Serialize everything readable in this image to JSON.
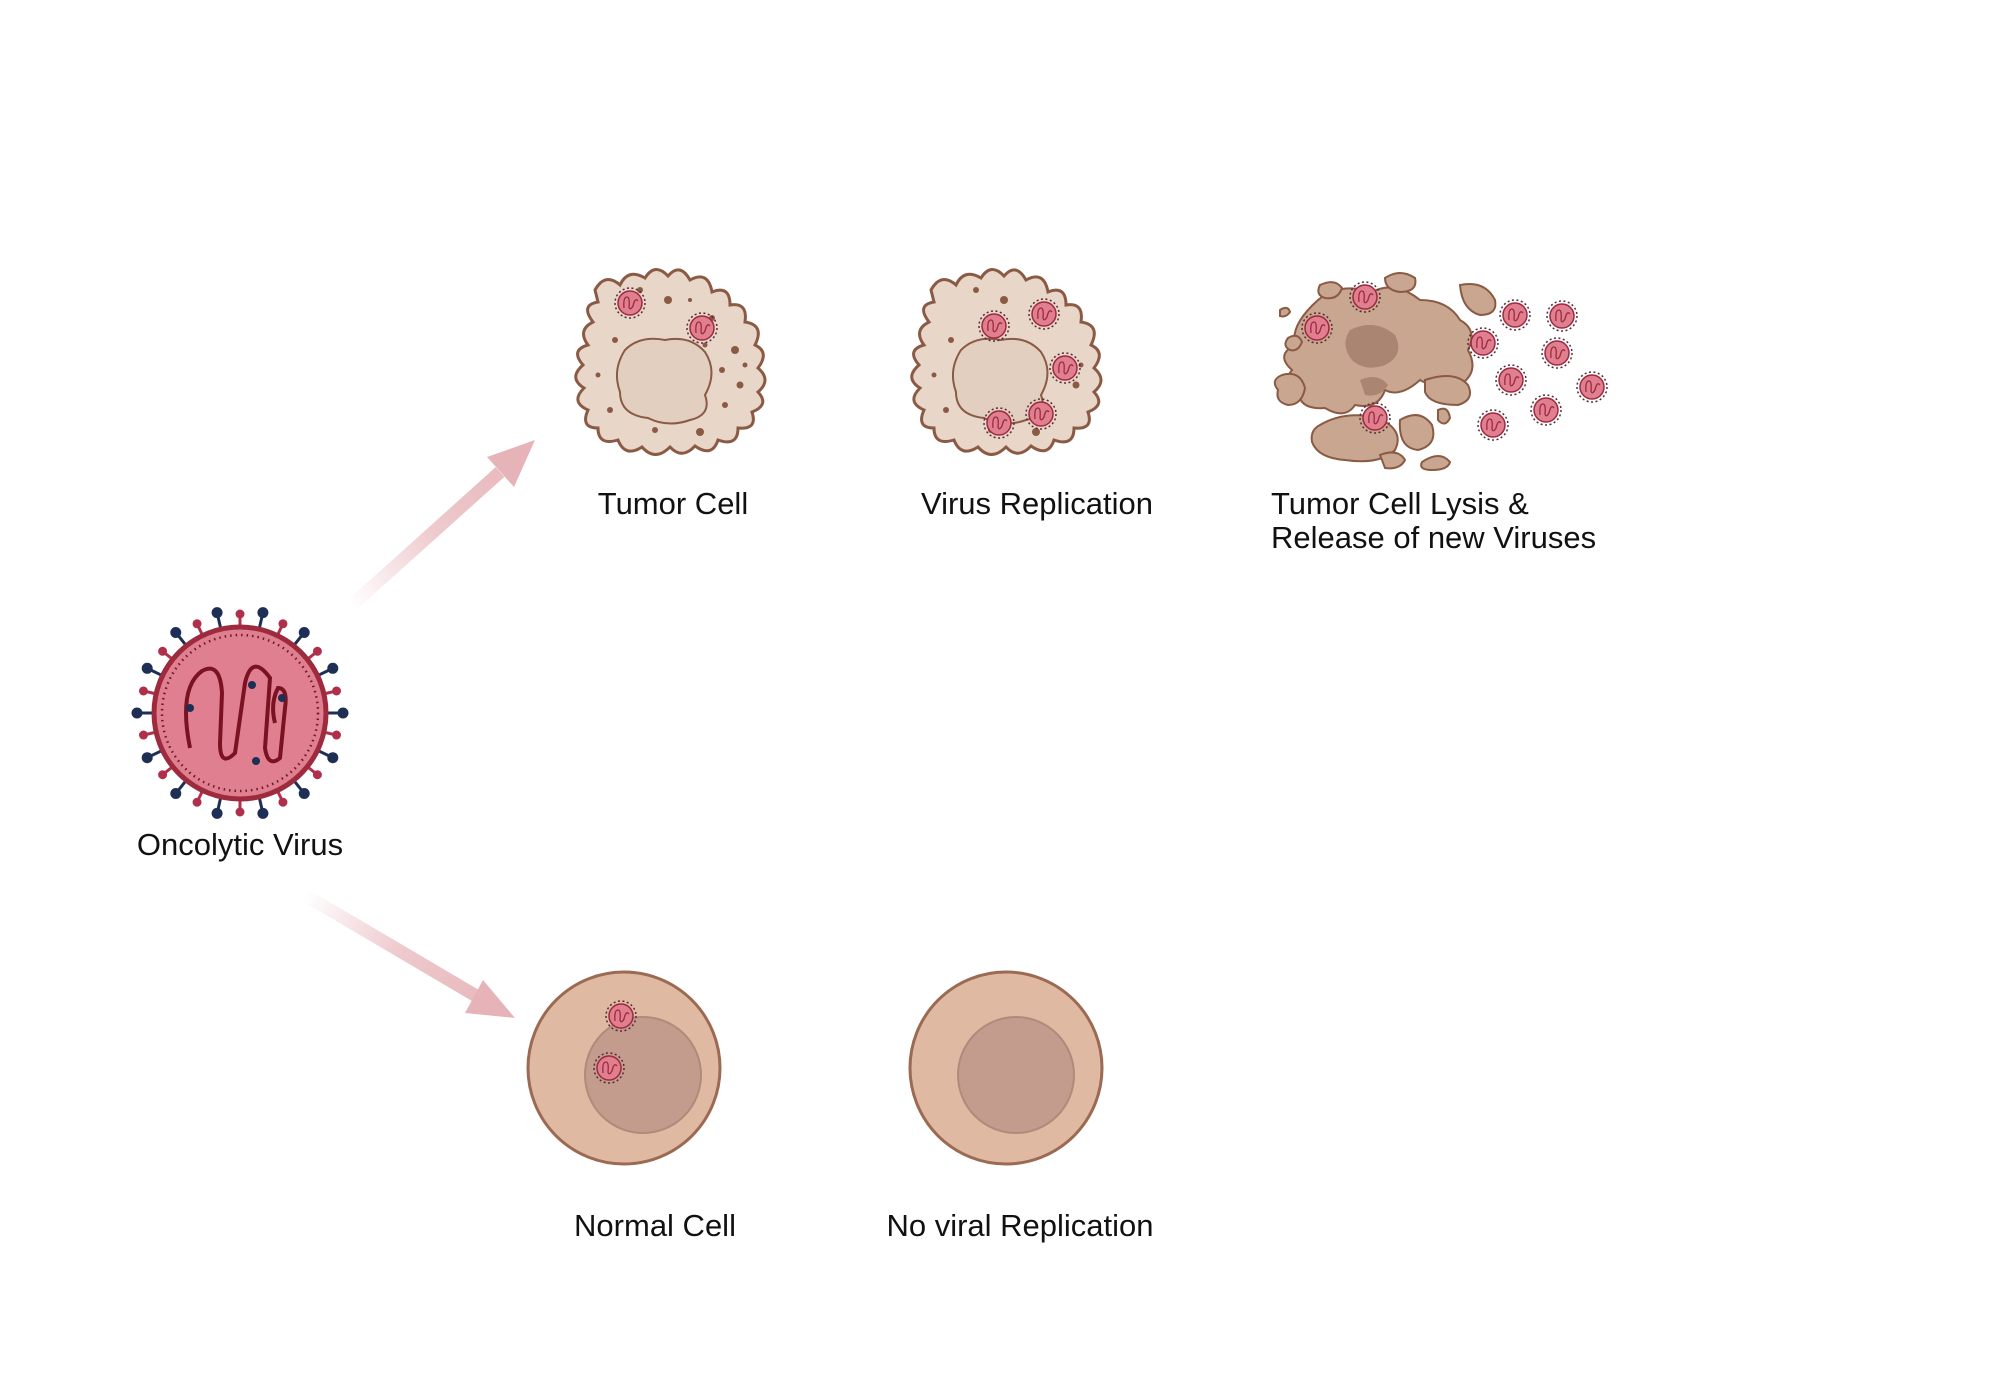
{
  "labels": {
    "oncolytic_virus": "Oncolytic Virus",
    "tumor_cell": "Tumor Cell",
    "virus_replication": "Virus Replication",
    "lysis_line1": "Tumor Cell Lysis &",
    "lysis_line2": "Release of new Viruses",
    "normal_cell": "Normal Cell",
    "no_viral_replication": "No viral Replication"
  },
  "colors": {
    "arrow": "#e6b3b8",
    "tumor_fill": "#e8d6c8",
    "tumor_outline": "#8a5a44",
    "tumor_granule": "#8a5a44",
    "normal_fill": "#dfb9a2",
    "normal_nucleus": "#c49c8d",
    "normal_outline": "#9c6a52",
    "virus_fill": "#e07f8f",
    "virus_outline": "#9e2a3d",
    "virus_spike_dark": "#1d2f55",
    "virus_spike_red": "#b0304b",
    "debris_fill": "#c9a68f",
    "debris_outline": "#8a5a44"
  },
  "icons": {
    "oncolytic_virus": "virus-icon",
    "tumor_cell": "tumor-cell-icon",
    "virus_replication": "infected-tumor-cell-icon",
    "lysis": "lysed-tumor-cell-icon",
    "normal_cell": "normal-cell-icon",
    "no_viral_replication": "normal-cell-icon"
  }
}
